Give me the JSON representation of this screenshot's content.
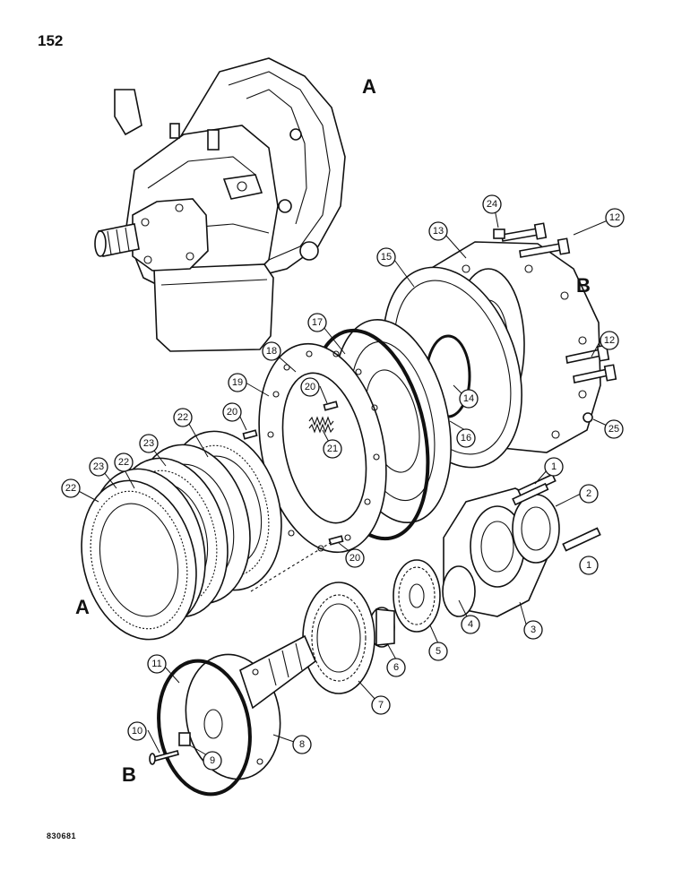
{
  "page_number": "152",
  "document_code": "830681",
  "view_labels": {
    "a_upper": "A",
    "b_upper": "B",
    "a_lower": "A",
    "b_lower": "B"
  },
  "callouts": [
    "1",
    "1",
    "2",
    "3",
    "4",
    "5",
    "6",
    "7",
    "8",
    "9",
    "10",
    "11",
    "12",
    "12",
    "13",
    "14",
    "15",
    "16",
    "17",
    "18",
    "19",
    "20",
    "20",
    "20",
    "21",
    "22",
    "22",
    "23",
    "23",
    "24",
    "25"
  ]
}
